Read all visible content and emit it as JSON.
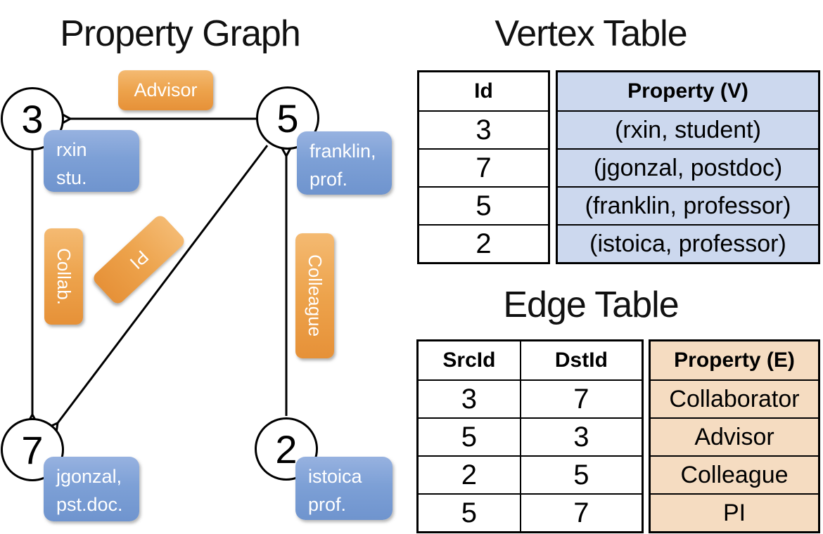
{
  "graph": {
    "title": "Property Graph",
    "nodes": [
      {
        "id": "3",
        "label_line1": "rxin",
        "label_line2": "stu."
      },
      {
        "id": "5",
        "label_line1": "franklin,",
        "label_line2": "prof."
      },
      {
        "id": "7",
        "label_line1": "jgonzal,",
        "label_line2": "pst.doc."
      },
      {
        "id": "2",
        "label_line1": "istoica",
        "label_line2": "prof."
      }
    ],
    "edges": [
      {
        "label": "Advisor",
        "from": "5",
        "to": "3"
      },
      {
        "label": "Collab.",
        "from": "3",
        "to": "7"
      },
      {
        "label": "PI",
        "from": "5",
        "to": "7"
      },
      {
        "label": "Colleague",
        "from": "2",
        "to": "5"
      }
    ]
  },
  "vertex_table": {
    "title": "Vertex Table",
    "headers": {
      "id": "Id",
      "property": "Property (V)"
    },
    "rows": [
      {
        "id": "3",
        "property": "(rxin, student)"
      },
      {
        "id": "7",
        "property": "(jgonzal, postdoc)"
      },
      {
        "id": "5",
        "property": "(franklin, professor)"
      },
      {
        "id": "2",
        "property": "(istoica, professor)"
      }
    ]
  },
  "edge_table": {
    "title": "Edge Table",
    "headers": {
      "src": "SrcId",
      "dst": "DstId",
      "property": "Property (E)"
    },
    "rows": [
      {
        "src": "3",
        "dst": "7",
        "property": "Collaborator"
      },
      {
        "src": "5",
        "dst": "3",
        "property": "Advisor"
      },
      {
        "src": "2",
        "dst": "5",
        "property": "Colleague"
      },
      {
        "src": "5",
        "dst": "7",
        "property": "PI"
      }
    ]
  },
  "colors": {
    "orange_top": "#f4ba72",
    "orange_bottom": "#e69138",
    "blue_top": "#97b2e0",
    "blue_bottom": "#6f94ce",
    "vertex_property_bg": "#ccd8ee",
    "edge_property_bg": "#f5dcc1",
    "line": "#000000"
  }
}
